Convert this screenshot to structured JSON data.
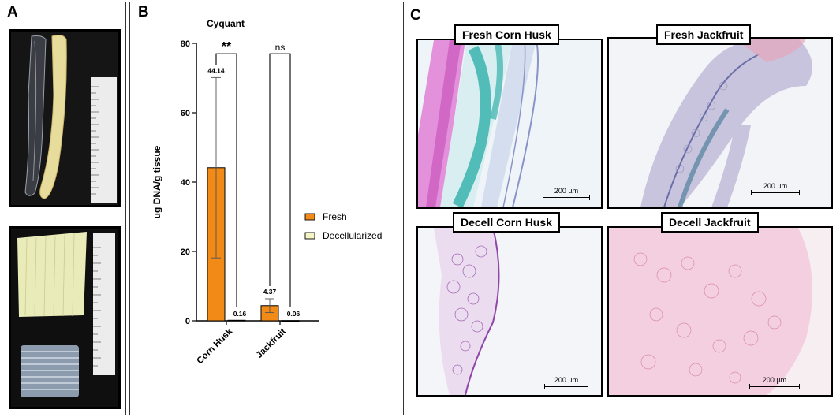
{
  "panels": {
    "a_letter": "A",
    "b_letter": "B",
    "c_letter": "C"
  },
  "chart_data": {
    "type": "bar",
    "title": "Cyquant",
    "xlabel": "",
    "ylabel": "ug DNA/g tissue",
    "categories": [
      "Corn Husk",
      "Jackfruit"
    ],
    "series": [
      {
        "name": "Fresh",
        "values": [
          44.14,
          4.37
        ],
        "error": [
          26,
          2
        ],
        "value_labels": [
          "44.14",
          "4.37"
        ]
      },
      {
        "name": "Decellularized",
        "values": [
          0.16,
          0.06
        ],
        "error": [
          0,
          0
        ],
        "value_labels": [
          "0.16",
          "0.06"
        ]
      }
    ],
    "ylim": [
      0,
      80
    ],
    "yticks": [
      0,
      20,
      40,
      60,
      80
    ],
    "significance": [
      {
        "category": "Corn Husk",
        "label": "**",
        "y": 77
      },
      {
        "category": "Jackfruit",
        "label": "ns",
        "y": 77
      }
    ],
    "legend_position": "right",
    "colors": {
      "Fresh": "#f28a17",
      "Decellularized": "#f5f5c4"
    },
    "grid": false
  },
  "micrographs": [
    {
      "label": "Fresh Corn Husk",
      "scale": "200 µm"
    },
    {
      "label": "Fresh Jackfruit",
      "scale": "200 µm"
    },
    {
      "label": "Decell Corn Husk",
      "scale": "200 µm"
    },
    {
      "label": "Decell Jackfruit",
      "scale": "200 µm"
    }
  ]
}
